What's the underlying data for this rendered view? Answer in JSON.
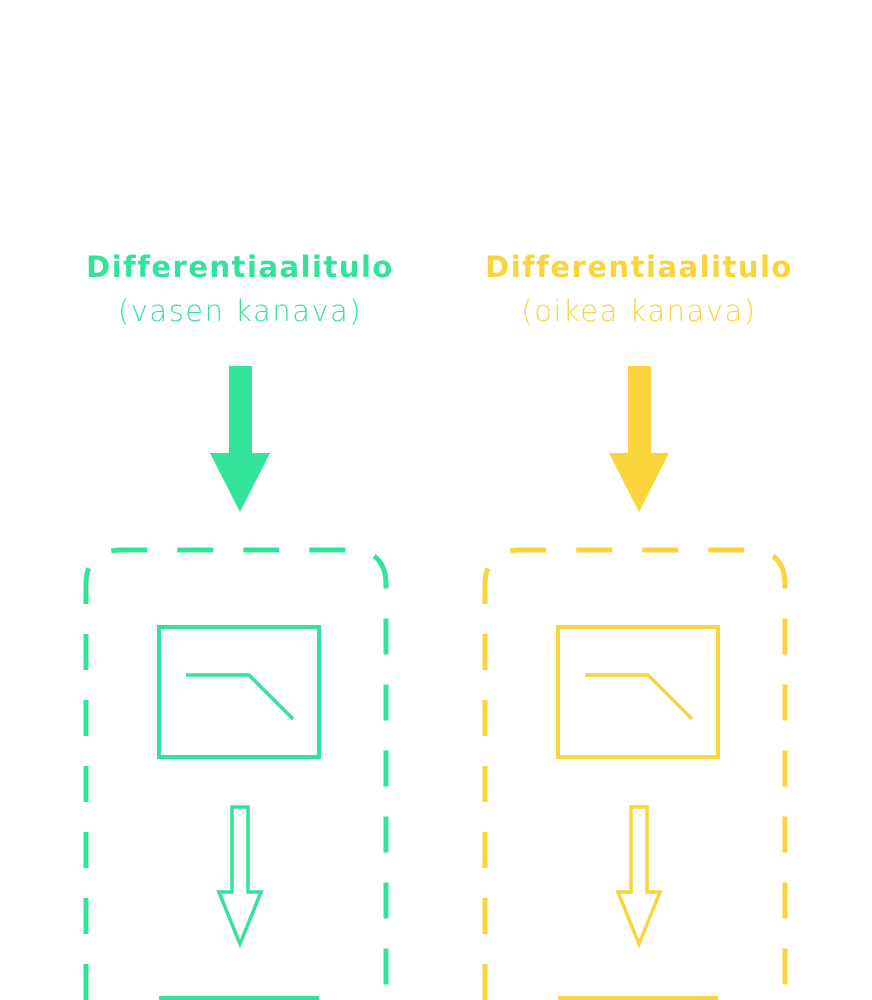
{
  "channels": [
    {
      "title": "Differentiaalitulo",
      "subtitle": "(vasen kanava)",
      "color": "#34E39A"
    },
    {
      "title": "Differentiaalitulo",
      "subtitle": "(oikea kanava)",
      "color": "#F9D43A"
    }
  ]
}
